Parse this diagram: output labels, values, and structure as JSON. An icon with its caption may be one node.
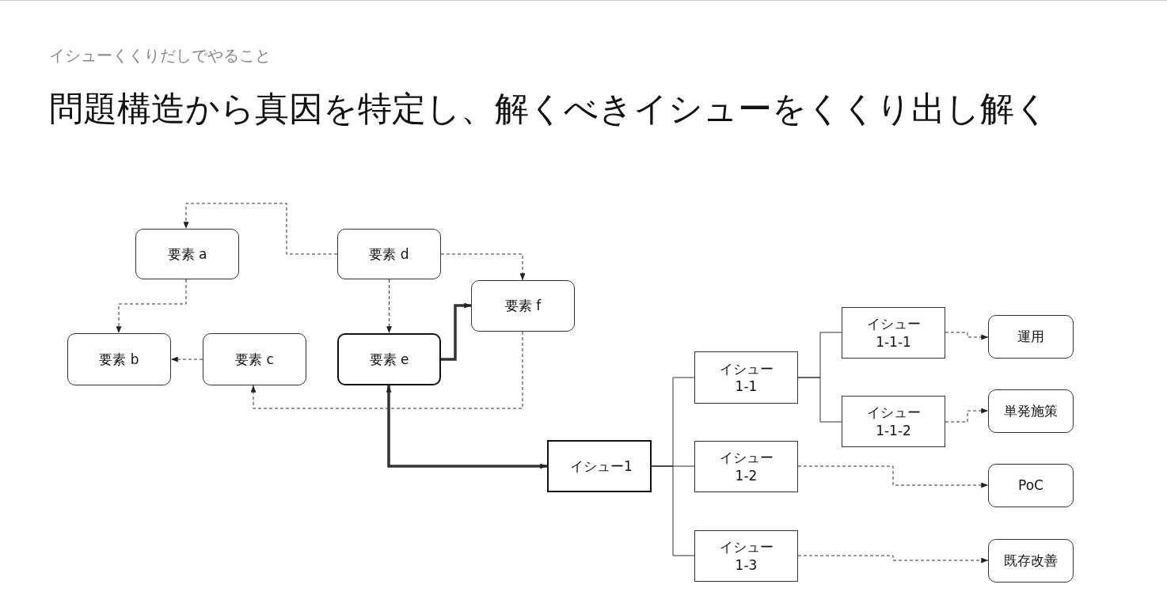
{
  "diagram": {
    "title": "問題構造から真因を特定し、解くべきイシューをくくり出し解く",
    "labels": [
      "イシューくくりだしでやること"
    ],
    "nodes": [
      {
        "text": [
          "要素 a"
        ]
      },
      {
        "text": [
          "要素 d"
        ]
      },
      {
        "text": [
          "要素 f"
        ]
      },
      {
        "text": [
          "要素 b"
        ]
      },
      {
        "text": [
          "要素 c"
        ]
      },
      {
        "text": [
          "要素 e"
        ]
      },
      {
        "text": [
          "イシュー1"
        ]
      },
      {
        "text": [
          "イシュー 1-1"
        ]
      },
      {
        "text": [
          "イシュー 1-1-1"
        ]
      },
      {
        "text": [
          "イシュー 1-1-2"
        ]
      },
      {
        "text": [
          "イシュー 1-2"
        ]
      },
      {
        "text": [
          "イシュー 1-3"
        ]
      },
      {
        "text": [
          "運用"
        ]
      },
      {
        "text": [
          "単発施策"
        ]
      },
      {
        "text": [
          "PoC"
        ]
      },
      {
        "text": [
          "既存改善"
        ]
      }
    ],
    "edges": [
      {
        "from": 1,
        "to": 0,
        "arrow": "to",
        "style": "dashed"
      },
      {
        "from": 0,
        "to": 3,
        "arrow": "to",
        "style": "dashed"
      },
      {
        "from": 4,
        "to": 3,
        "arrow": "to",
        "style": "dashed"
      },
      {
        "from": 1,
        "to": 5,
        "arrow": "to",
        "style": "dashed"
      },
      {
        "from": 1,
        "to": 2,
        "arrow": "to",
        "style": "dashed"
      },
      {
        "from": 2,
        "to": 4,
        "arrow": "to",
        "style": "dashed"
      },
      {
        "from": 5,
        "to": 2,
        "arrow": "to",
        "style": "thick"
      },
      {
        "from": 5,
        "to": 6,
        "arrow": "both",
        "style": "thick"
      },
      {
        "from": 6,
        "to": 7,
        "arrow": "none"
      },
      {
        "from": 6,
        "to": 10,
        "arrow": "none"
      },
      {
        "from": 6,
        "to": 11,
        "arrow": "none"
      },
      {
        "from": 7,
        "to": 8,
        "arrow": "none"
      },
      {
        "from": 7,
        "to": 9,
        "arrow": "none"
      },
      {
        "from": 8,
        "to": 12,
        "arrow": "to",
        "style": "dashed"
      },
      {
        "from": 9,
        "to": 13,
        "arrow": "to",
        "style": "dashed"
      },
      {
        "from": 10,
        "to": 14,
        "arrow": "to",
        "style": "dashed"
      },
      {
        "from": 11,
        "to": 15,
        "arrow": "to",
        "style": "dashed"
      }
    ]
  }
}
